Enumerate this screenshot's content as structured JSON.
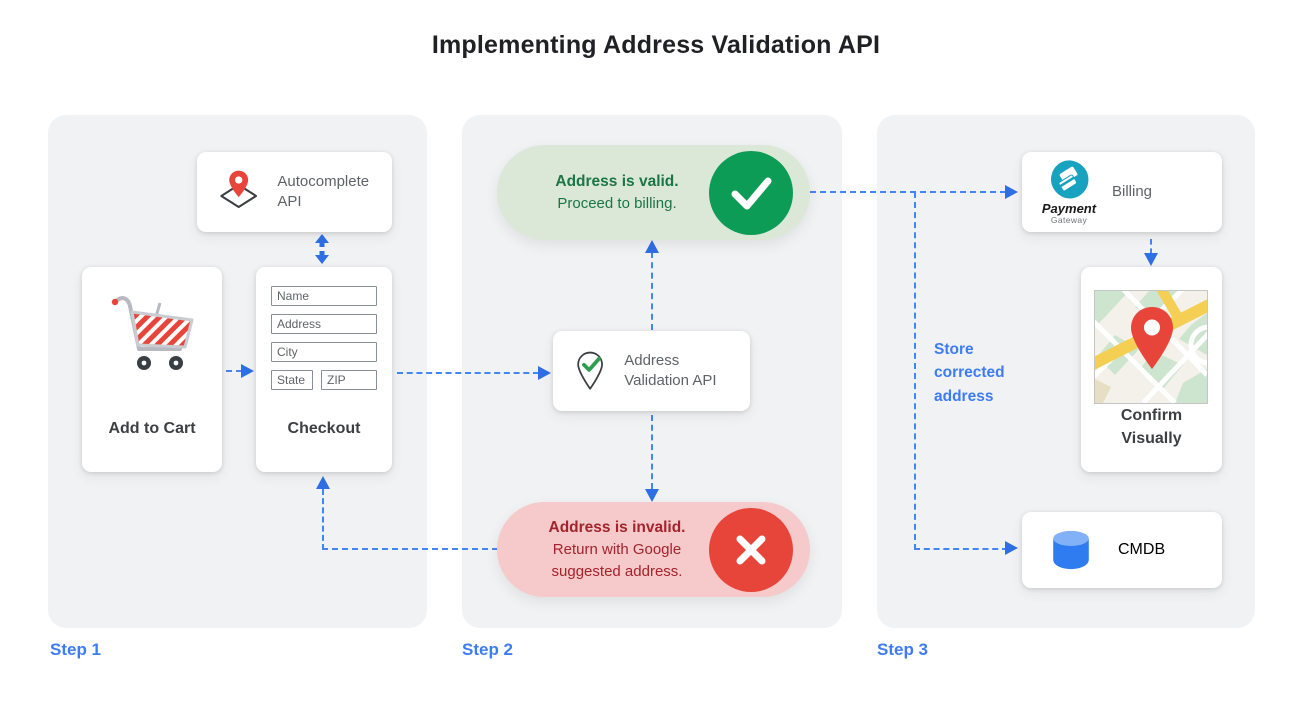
{
  "title": "Implementing Address Validation API",
  "steps": {
    "step1": "Step 1",
    "step2": "Step 2",
    "step3": "Step 3"
  },
  "step1": {
    "autocomplete_api": {
      "label": "Autocomplete API",
      "icon": "map-pin-diamond-icon"
    },
    "add_to_cart": {
      "label": "Add to Cart",
      "icon": "shopping-cart-icon"
    },
    "checkout": {
      "label": "Checkout",
      "fields": {
        "name": "Name",
        "address": "Address",
        "city": "City",
        "state": "State",
        "zip": "ZIP"
      }
    }
  },
  "step2": {
    "address_valid": {
      "title": "Address is valid.",
      "subtitle": "Proceed to billing.",
      "icon": "check-circle-icon"
    },
    "validation_api": {
      "label": "Address Validation API",
      "icon": "map-pin-check-icon"
    },
    "address_invalid": {
      "title": "Address is invalid.",
      "subtitle": "Return with Google suggested address.",
      "icon": "x-circle-icon"
    }
  },
  "step3": {
    "billing": {
      "label": "Billing",
      "logo_title": "Payment",
      "logo_subtitle": "Gateway",
      "icon": "payment-gateway-logo"
    },
    "confirm_visually": {
      "label": "Confirm Visually",
      "icon": "map-thumbnail"
    },
    "cmdb": {
      "label": "CMDB",
      "icon": "database-icon"
    },
    "store_note": "Store corrected address"
  },
  "colors": {
    "accent_blue": "#4285f4",
    "arrow_blue": "#2e6fe3",
    "success_green": "#0d9c56",
    "success_bg": "#dbe8d8",
    "success_text": "#1b7544",
    "error_red": "#e8453a",
    "error_bg": "#f6c9ca",
    "error_text": "#a2242c",
    "panel_bg": "#f1f2f4"
  }
}
